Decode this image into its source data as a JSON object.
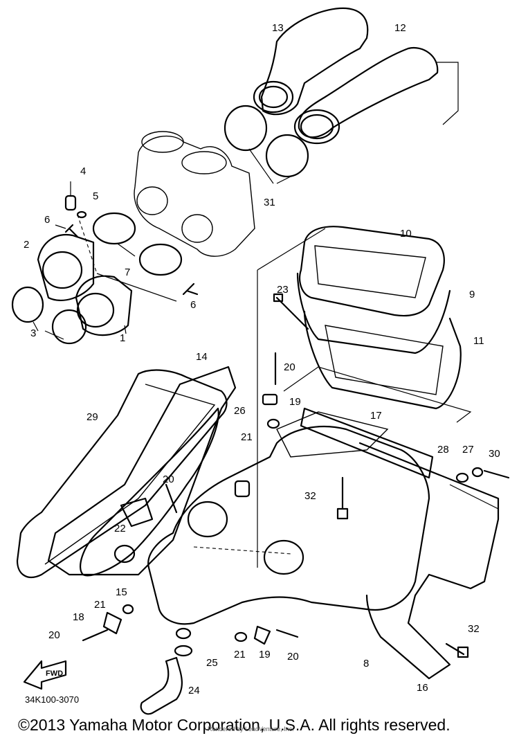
{
  "diagram": {
    "callouts": [
      "1",
      "2",
      "3",
      "4",
      "5",
      "6",
      "6",
      "7",
      "8",
      "9",
      "10",
      "11",
      "12",
      "13",
      "14",
      "15",
      "16",
      "17",
      "18",
      "19",
      "19",
      "20",
      "20",
      "20",
      "20",
      "21",
      "21",
      "21",
      "22",
      "23",
      "24",
      "25",
      "26",
      "27",
      "28",
      "29",
      "30",
      "31",
      "32",
      "32"
    ],
    "fwd_label": "FWD",
    "reference_code": "34K100-3070"
  },
  "footer": {
    "copyright": "©2013 Yamaha Motor Corporation, U.S.A. All rights reserved.",
    "rendered_by": "Rendered by LeadVenture, Inc."
  }
}
